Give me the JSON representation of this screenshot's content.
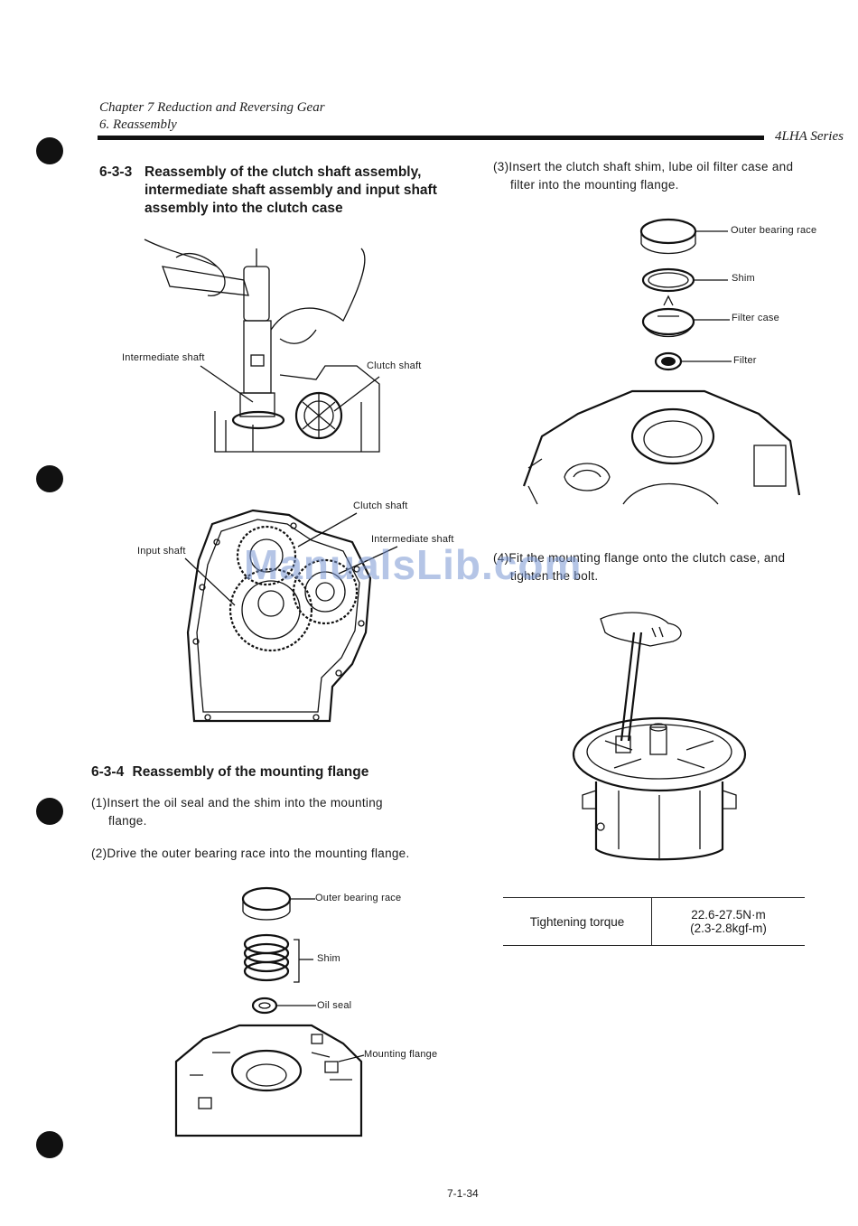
{
  "header": {
    "chapter": "Chapter 7 Reduction and Reversing Gear",
    "section": "6. Reassembly",
    "series": "4LHA Series"
  },
  "sec633": {
    "num": "6-3-3",
    "line1": "Reassembly of the clutch shaft assembly,",
    "line2": "intermediate shaft assembly and input shaft",
    "line3": "assembly into the clutch case"
  },
  "fig1": {
    "label_intermediate": "Intermediate shaft",
    "label_clutch": "Clutch shaft"
  },
  "fig2": {
    "label_clutch": "Clutch shaft",
    "label_intermediate": "Intermediate shaft",
    "label_input": "Input shaft"
  },
  "sec634": {
    "num": "6-3-4",
    "title": "Reassembly of the mounting flange",
    "step1_line1": "(1)Insert the oil seal and the shim into the mounting",
    "step1_line2": "flange.",
    "step2": "(2)Drive the outer bearing race into the mounting flange."
  },
  "fig3": {
    "outer_race": "Outer bearing race",
    "shim": "Shim",
    "oil_seal": "Oil seal",
    "flange": "Mounting flange"
  },
  "step3": {
    "line1": "(3)Insert the clutch shaft shim, lube oil filter case and",
    "line2": "filter into the mounting flange."
  },
  "fig4": {
    "outer_race": "Outer bearing race",
    "shim": "Shim",
    "filter_case": "Filter case",
    "filter": "Filter"
  },
  "step4": {
    "line1": "(4)Fit the mounting flange onto the clutch case, and",
    "line2": "tighten the bolt."
  },
  "torque": {
    "label": "Tightening torque",
    "value1": "22.6-27.5N·m",
    "value2": "(2.3-2.8kgf-m)"
  },
  "watermark": "ManualsLib.com",
  "page_number": "7-1-34"
}
